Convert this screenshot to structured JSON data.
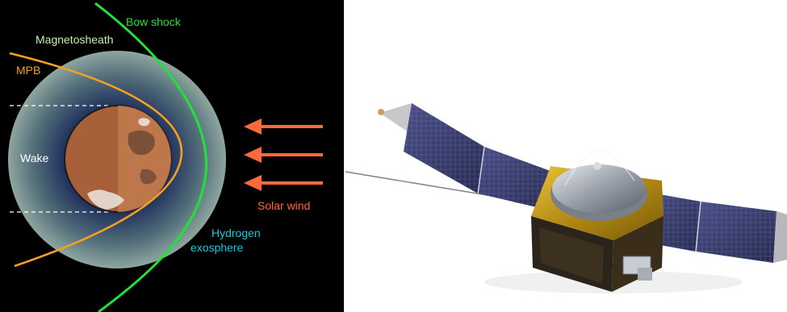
{
  "diagram": {
    "labels": {
      "bow_shock": "Bow shock",
      "magnetosheath": "Magnetosheath",
      "mpb": "MPB",
      "wake": "Wake",
      "solar_wind": "Solar wind",
      "hydrogen_line1": "Hydrogen",
      "hydrogen_line2": "exosphere"
    },
    "colors": {
      "background": "#000000",
      "bow_shock": "#22e03a",
      "magnetosheath": "#c8f0a8",
      "mpb": "#f5a020",
      "wake": "#ffffff",
      "solar_wind": "#ff6a3c",
      "hydrogen": "#18c8d8",
      "exosphere_halo": "#8fa6a0",
      "planet": "#a8603a"
    },
    "solar_wind_arrow_count": 3
  },
  "spacecraft": {
    "body_color": "#c9a21e",
    "panel_color": "#3a3f6e",
    "antenna_color": "#b7bcc6"
  }
}
